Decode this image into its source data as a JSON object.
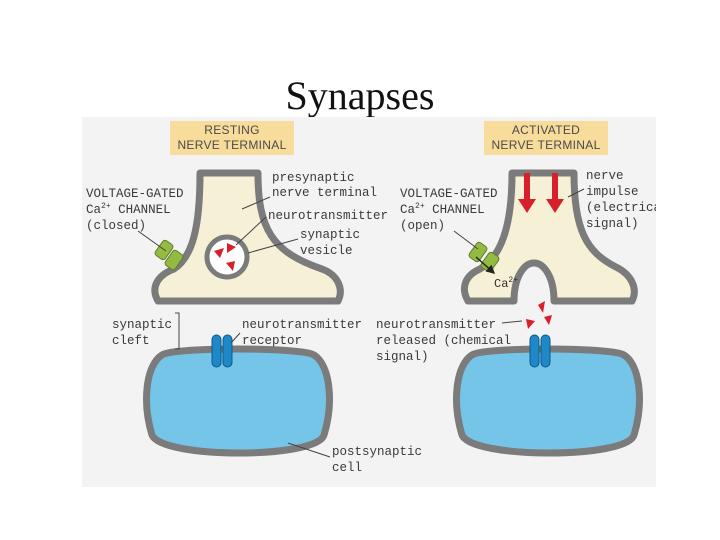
{
  "title": "Synapses",
  "colors": {
    "terminal_fill": "#f6f0d6",
    "membrane": "#7b7b7b",
    "cell_fill": "#74c5e8",
    "box_fill": "#f7dc9b",
    "neurotransmitter": "#d7202a",
    "channel": "#93bb43",
    "receptor": "#1e88c8",
    "background": "#f3f3f3"
  },
  "resting": {
    "box_line1": "RESTING",
    "box_line2": "NERVE TERMINAL",
    "channel_label_1": "VOLTAGE-GATED",
    "channel_label_2a": "Ca",
    "channel_label_2sup": "2+",
    "channel_label_2b": " CHANNEL",
    "channel_label_3": "(closed)",
    "presynaptic_1": "presynaptic",
    "presynaptic_2": "nerve terminal",
    "neurotransmitter": "neurotransmitter",
    "vesicle_1": "synaptic",
    "vesicle_2": "vesicle",
    "cleft_1": "synaptic",
    "cleft_2": "cleft",
    "receptor_1": "neurotransmitter",
    "receptor_2": "receptor",
    "postsyn_1": "postsynaptic",
    "postsyn_2": "cell"
  },
  "activated": {
    "box_line1": "ACTIVATED",
    "box_line2": "NERVE TERMINAL",
    "channel_label_1": "VOLTAGE-GATED",
    "channel_label_2a": "Ca",
    "channel_label_2sup": "2+",
    "channel_label_2b": " CHANNEL",
    "channel_label_3": "(open)",
    "impulse_1": "nerve",
    "impulse_2": "impulse",
    "impulse_3": "(electrical",
    "impulse_4": "signal)",
    "ca_ion": "Ca",
    "ca_ion_sup": "2+",
    "released_1": "neurotransmitter",
    "released_2": "released (chemical",
    "released_3": "signal)"
  }
}
